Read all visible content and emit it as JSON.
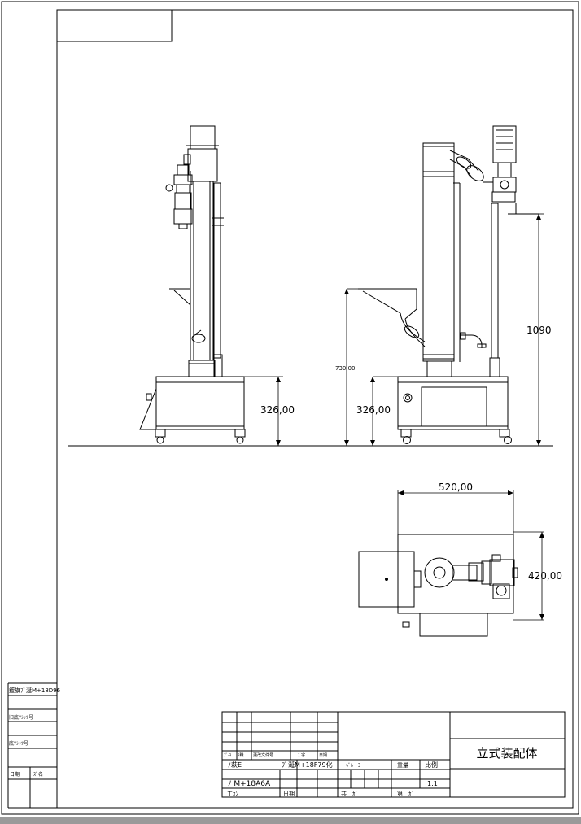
{
  "drawing": {
    "title": "立式装配体",
    "scale_label": "比例",
    "scale_value": "1:1",
    "weight_label": "重量",
    "stage_label": "ﾍﾞﾙ · ﾖ",
    "sheet_label": "共　ｶﾞ",
    "sheet_of_label": "第　ｶﾞ",
    "drawing_number": "ﾌﾞ涎M+18F79化",
    "part_number": "ﾉ M+18A6A",
    "rev_headers": [
      "ﾌﾞ·ﾖ",
      "ﾖ職",
      "更改文件号",
      "ｽ 字",
      "日期"
    ],
    "rev_row2": "ﾉ萩E",
    "craft_label": "工ｶﾝ",
    "date_label": "日期"
  },
  "left_block": {
    "ref_label": "鍍旗ﾌﾞ涎M+18D96",
    "old_label": "旧底ｿｼｯﾂ号",
    "base_label": "底ｿｼｯﾂ号",
    "date_label": "日期",
    "sign_label": "ｽﾞ名"
  },
  "dimensions": {
    "side_base_height": "326,00",
    "front_base_height": "326,00",
    "hopper_height": "730,00",
    "total_height": "1090",
    "top_width": "520,00",
    "top_depth": "420,00"
  }
}
